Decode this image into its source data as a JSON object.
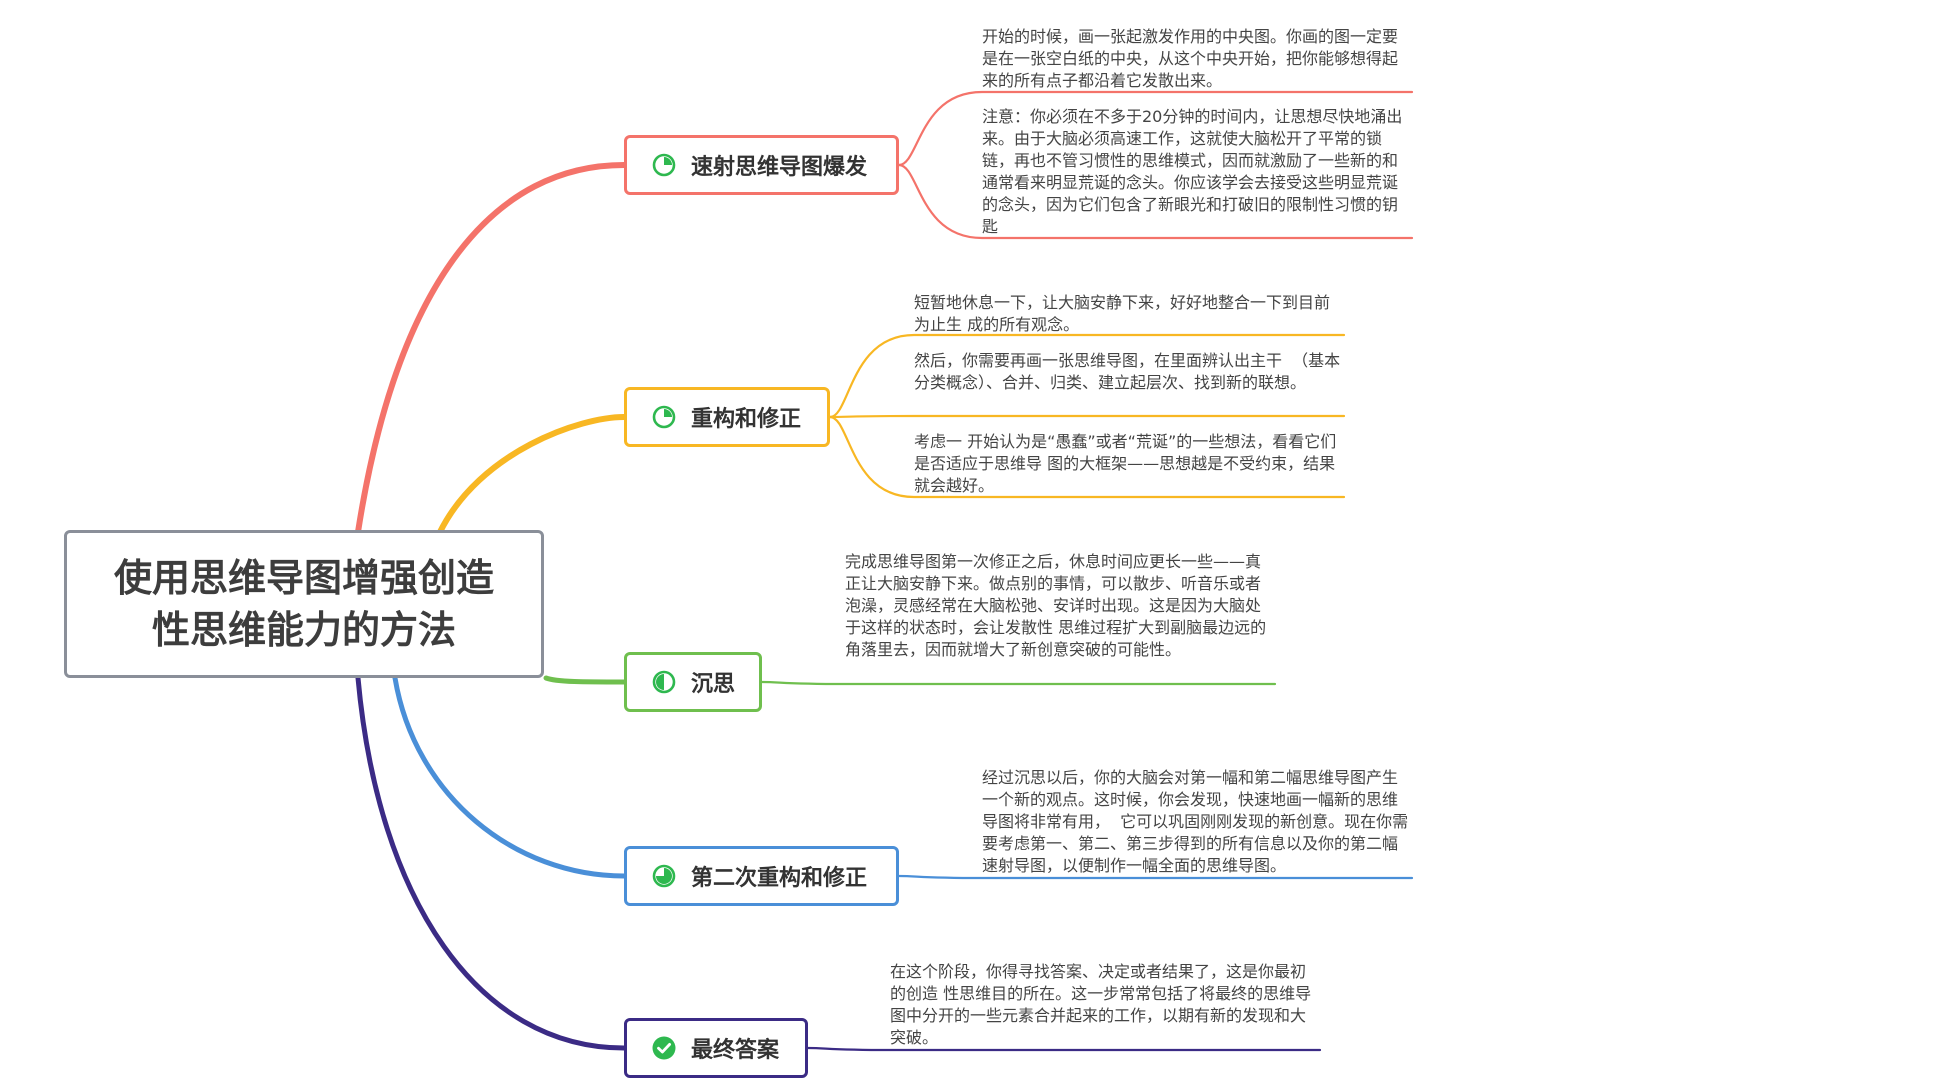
{
  "root": {
    "title": "使用思维导图增强创造性思维能力的方法"
  },
  "branches": [
    {
      "title": "速射思维导图爆发",
      "color": "#f4736a",
      "icon": "progress-quarter-icon",
      "notes": [
        "开始的时候，画一张起激发作用的中央图。你画的图一定要是在一张空白纸的中央，从这个中央开始，把你能够想得起来的所有点子都沿着它发散出来。",
        "注意：你必须在不多于20分钟的时间内，让思想尽快地涌出 来。由于大脑必须高速工作，这就使大脑松开了平常的锁链，再也不管习惯性的思维模式，因而就激励了一些新的和通常看来明显荒诞的念头。你应该学会去接受这些明显荒诞的念头，因为它们包含了新眼光和打破旧的限制性习惯的钥匙"
      ]
    },
    {
      "title": "重构和修正",
      "color": "#f8b723",
      "icon": "progress-quarter-icon",
      "notes": [
        "短暂地休息一下，让大脑安静下来，好好地整合一下到目前为止生 成的所有观念。",
        "然后，你需要再画一张思维导图，在里面辨认出主干  （基本分类概念）、合并、归类、建立起层次、找到新的联想。",
        "考虑一 开始认为是“愚蠢”或者“荒诞”的一些想法，看看它们是否适应于思维导 图的大框架——思想越是不受约束，结果就会越好。"
      ]
    },
    {
      "title": "沉思",
      "color": "#6fbf4e",
      "icon": "progress-half-icon",
      "notes": [
        "完成思维导图第一次修正之后，休息时间应更长一些——真正让大脑安静下来。做点别的事情，可以散步、听音乐或者泡澡，灵感经常在大脑松弛、安详时出现。这是因为大脑处于这样的状态时，会让发散性 思维过程扩大到副脑最边远的角落里去，因而就增大了新创意突破的可能性。"
      ]
    },
    {
      "title": "第二次重构和修正",
      "color": "#4a8fd8",
      "icon": "progress-three-quarter-icon",
      "notes": [
        "经过沉思以后，你的大脑会对第一幅和第二幅思维导图产生一个新的观点。这时候，你会发现，快速地画一幅新的思维导图将非常有用，  它可以巩固刚刚发现的新创意。现在你需要考虑第一、第二、第三步得到的所有信息以及你的第二幅速射导图，以便制作一幅全面的思维导图。"
      ]
    },
    {
      "title": "最终答案",
      "color": "#3b2b85",
      "icon": "check-circle-icon",
      "notes": [
        "在这个阶段，你得寻找答案、决定或者结果了，这是你最初的创造 性思维目的所在。这一步常常包括了将最终的思维导图中分开的一些元素合并起来的工作，以期有新的发现和大突破。"
      ]
    }
  ]
}
